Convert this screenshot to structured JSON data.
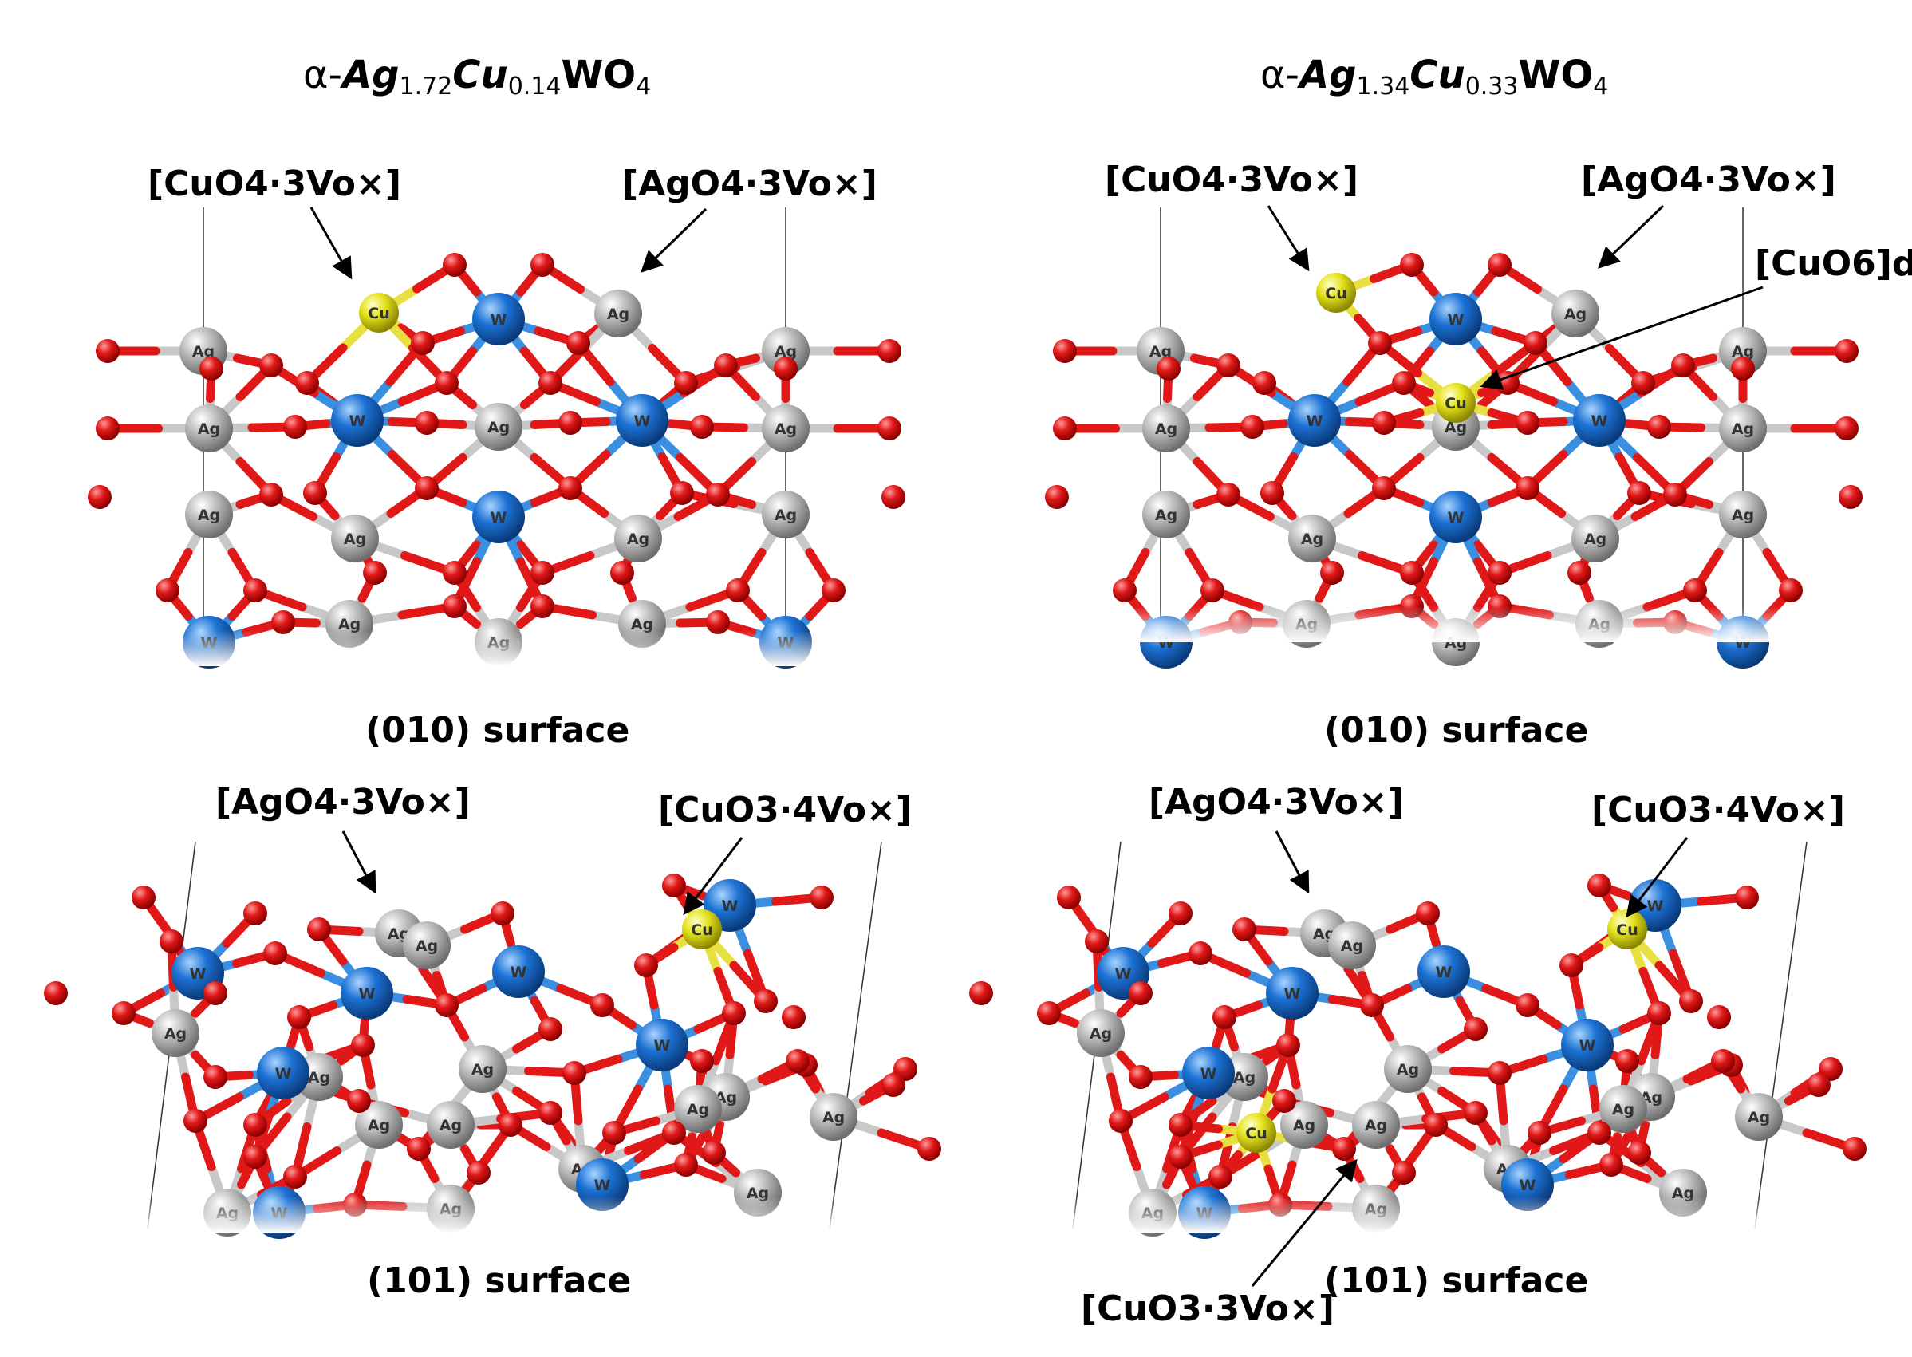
{
  "panels": [
    {
      "id": "top-left",
      "title": {
        "greek": "α-",
        "parts": [
          [
            "Ag",
            "1.72"
          ],
          [
            "Cu",
            "0.14"
          ],
          [
            "WO",
            "4"
          ]
        ]
      },
      "surface": "(010) surface",
      "labels": [
        "[CuO4·3Vo×]",
        "[AgO4·3Vo×]"
      ]
    },
    {
      "id": "top-right",
      "title": {
        "greek": "α-",
        "parts": [
          [
            "Ag",
            "1.34"
          ],
          [
            "Cu",
            "0.33"
          ],
          [
            "WO",
            "4"
          ]
        ]
      },
      "surface": "(010) surface",
      "labels": [
        "[CuO4·3Vo×]",
        "[AgO4·3Vo×]",
        "[CuO6]d"
      ]
    },
    {
      "id": "bottom-left",
      "surface": "(101) surface",
      "labels": [
        "[AgO4·3Vo×]",
        "[CuO3·4Vo×]"
      ]
    },
    {
      "id": "bottom-right",
      "surface": "(101) surface",
      "labels": [
        "[AgO4·3Vo×]",
        "[CuO3·4Vo×]",
        "[CuO3·3Vo×]"
      ]
    }
  ],
  "atoms": {
    "ag": "Ag",
    "cu": "Cu",
    "w": "W"
  },
  "colors": {
    "oxygen": "#e01818",
    "silver": "#b8b8b8",
    "tungsten": "#1c72d4",
    "copper": "#e4e21c",
    "bond_ag": "#c8c8c8",
    "bond_w": "#3a8fe0",
    "bond_cu": "#e8e040"
  }
}
